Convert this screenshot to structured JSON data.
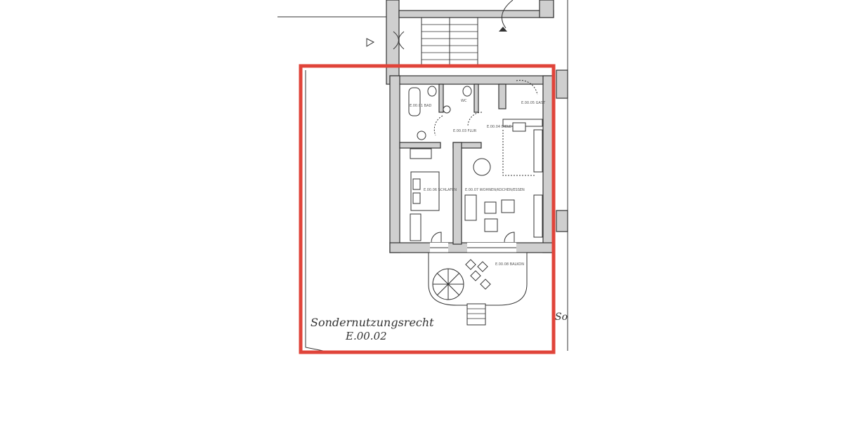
{
  "plan": {
    "rooms": [
      {
        "id": "bad",
        "label": "E.00.01 BAD"
      },
      {
        "id": "flur",
        "label": "E.00.03 FLUR"
      },
      {
        "id": "diele",
        "label": "E.00.04 DIELE"
      },
      {
        "id": "wc",
        "label": "WC"
      },
      {
        "id": "gast",
        "label": "E.00.05 GAST"
      },
      {
        "id": "schlafen",
        "label": "E.00.06 SCHLAFEN"
      },
      {
        "id": "wohnen",
        "label": "E.00.07 WOHNEN/KOCHEN/ESSEN"
      },
      {
        "id": "balkon",
        "label": "E.00.08 BALKON"
      }
    ],
    "annotation": {
      "line1": "Sondernutzungsrecht",
      "line2": "E.00.02",
      "edge_text": "So"
    },
    "highlight_color": "#e0443a"
  }
}
